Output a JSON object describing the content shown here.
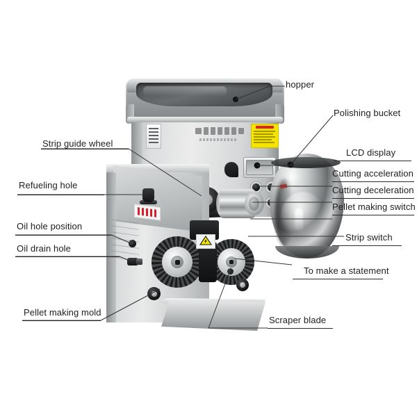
{
  "diagram": {
    "title": "Automatic pasta / noodle making machine - parts callout diagram",
    "background_color": "#ffffff",
    "label_color": "#1d1d1d",
    "leader_color": "#333333"
  },
  "labels": {
    "hopper": "hopper",
    "polishing_bucket": "Polishing bucket",
    "lcd_display": "LCD display",
    "cutting_acceleration": "Cutting acceleration",
    "cutting_deceleration": "Cutting deceleration",
    "pellet_making_switch": "Pellet making switch",
    "strip_switch": "Strip switch",
    "to_make_a_statement": "To make a statement",
    "strip_guide_wheel": "Strip guide wheel",
    "refueling_hole": "Refueling hole",
    "oil_hole_position": "Oil hole position",
    "oil_drain_hole": "Oil drain hole",
    "pellet_making_mold": "Pellet making mold",
    "scraper_blade": "Scraper blade"
  },
  "machine": {
    "body_color": "#d7d9da",
    "accent_dark": "#1b1c1d",
    "warning_sticker_color": "#f5e400",
    "warning_sticker_text_color": "#dd2222",
    "chrome_color": "#c8cbcc",
    "parts": [
      "hopper",
      "upper-body",
      "rating-plate",
      "warning-sticker",
      "lcd-display",
      "control-buttons",
      "strip-guide-wheel",
      "extruder-barrel",
      "lower-body",
      "refueling-cap",
      "oil-hole",
      "oil-drain-hole",
      "gear-assembly",
      "pellet-mold-knob",
      "scraper-blade",
      "output-chute",
      "polishing-bucket"
    ]
  }
}
